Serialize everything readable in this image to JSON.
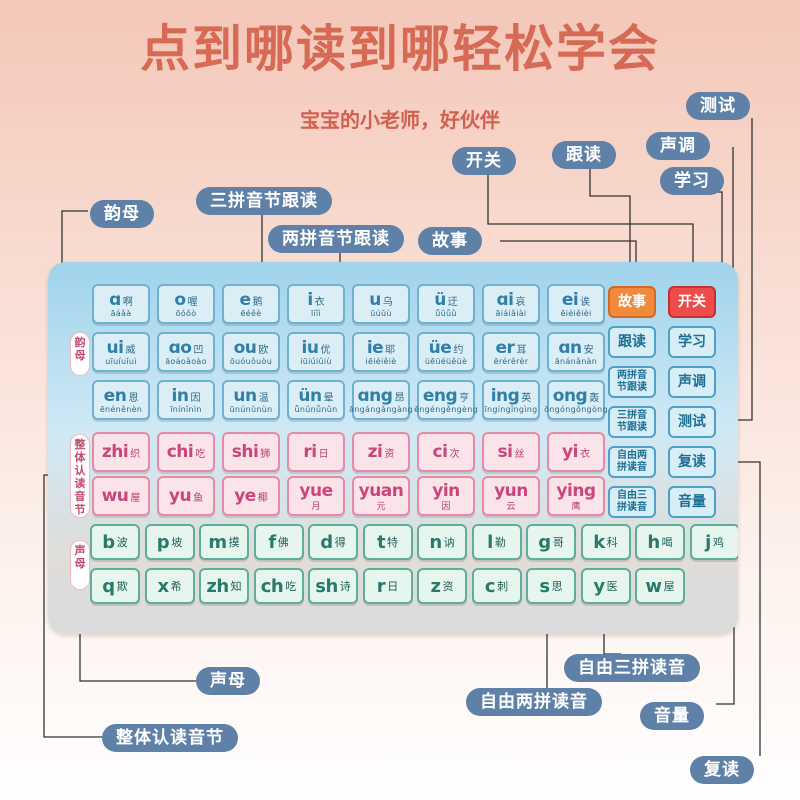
{
  "header": {
    "title": "点到哪读到哪轻松学会",
    "subtitle": "宝宝的小老师，好伙伴"
  },
  "callouts": {
    "ceshi": "测试",
    "shengdiao": "声调",
    "gendu": "跟读",
    "kaiguan": "开关",
    "xuexi": "学习",
    "yunmu": "韵母",
    "sanpin": "三拼音节跟读",
    "liangpin": "两拼音节跟读",
    "gushi": "故事",
    "ziyou_sanpin": "自由三拼读音",
    "shengmu": "声母",
    "ziyou_liangpin": "自由两拼读音",
    "yinliang": "音量",
    "zhengti": "整体认读音节",
    "fudu": "复读"
  },
  "side_tags": {
    "yunmu": "韵母",
    "zhengti": "整体认读音节",
    "shengmu": "声母"
  },
  "finals": [
    {
      "py": "ɑ",
      "hz": "啊",
      "tones": "āáǎà"
    },
    {
      "py": "o",
      "hz": "喔",
      "tones": "ōóǒò"
    },
    {
      "py": "e",
      "hz": "鹅",
      "tones": "ēéěè"
    },
    {
      "py": "i",
      "hz": "衣",
      "tones": "īíǐì"
    },
    {
      "py": "u",
      "hz": "乌",
      "tones": "ūúǔù"
    },
    {
      "py": "ü",
      "hz": "迂",
      "tones": "ǖǘǚǜ"
    },
    {
      "py": "ɑi",
      "hz": "哀",
      "tones": "āiáiǎiài"
    },
    {
      "py": "ei",
      "hz": "诶",
      "tones": "ēiéiěièi"
    },
    {
      "py": "ui",
      "hz": "威",
      "tones": "uīuíuǐuì"
    },
    {
      "py": "ɑo",
      "hz": "凹",
      "tones": "āoáoǎoào"
    },
    {
      "py": "ou",
      "hz": "欧",
      "tones": "ōuóuǒuòu"
    },
    {
      "py": "iu",
      "hz": "优",
      "tones": "iūiúiǔiù"
    },
    {
      "py": "ie",
      "hz": "耶",
      "tones": "iēiéiěiè"
    },
    {
      "py": "üe",
      "hz": "约",
      "tones": "üēüéüěüè"
    },
    {
      "py": "er",
      "hz": "耳",
      "tones": "ērérěrèr"
    },
    {
      "py": "ɑn",
      "hz": "安",
      "tones": "ānánǎnàn"
    },
    {
      "py": "en",
      "hz": "恩",
      "tones": "ēnéněnèn"
    },
    {
      "py": "in",
      "hz": "因",
      "tones": "īnínǐnìn"
    },
    {
      "py": "un",
      "hz": "温",
      "tones": "ūnúnǔnùn"
    },
    {
      "py": "ün",
      "hz": "晕",
      "tones": "ǖnǘnǚnǜn"
    },
    {
      "py": "ɑng",
      "hz": "昂",
      "tones": "āngángǎngàng"
    },
    {
      "py": "eng",
      "hz": "亨",
      "tones": "ēngéngěngèng"
    },
    {
      "py": "ing",
      "hz": "英",
      "tones": "īngíngǐngìng"
    },
    {
      "py": "ong",
      "hz": "轰",
      "tones": "ōngóngǒngòng"
    }
  ],
  "whole_syllables": [
    {
      "py": "zhi",
      "hz": "织"
    },
    {
      "py": "chi",
      "hz": "吃"
    },
    {
      "py": "shi",
      "hz": "狮"
    },
    {
      "py": "ri",
      "hz": "日"
    },
    {
      "py": "zi",
      "hz": "资"
    },
    {
      "py": "ci",
      "hz": "次"
    },
    {
      "py": "si",
      "hz": "丝"
    },
    {
      "py": "yi",
      "hz": "衣"
    },
    {
      "py": "wu",
      "hz": "屋"
    },
    {
      "py": "yu",
      "hz": "鱼"
    },
    {
      "py": "ye",
      "hz": "椰"
    },
    {
      "py": "yue",
      "hz": "月"
    },
    {
      "py": "yuan",
      "hz": "元"
    },
    {
      "py": "yin",
      "hz": "因"
    },
    {
      "py": "yun",
      "hz": "云"
    },
    {
      "py": "ying",
      "hz": "鹰"
    }
  ],
  "initials": [
    {
      "py": "b",
      "hz": "波"
    },
    {
      "py": "p",
      "hz": "坡"
    },
    {
      "py": "m",
      "hz": "摸"
    },
    {
      "py": "f",
      "hz": "佛"
    },
    {
      "py": "d",
      "hz": "得"
    },
    {
      "py": "t",
      "hz": "特"
    },
    {
      "py": "n",
      "hz": "讷"
    },
    {
      "py": "l",
      "hz": "勒"
    },
    {
      "py": "g",
      "hz": "哥"
    },
    {
      "py": "k",
      "hz": "科"
    },
    {
      "py": "h",
      "hz": "喝"
    },
    {
      "py": "j",
      "hz": "鸡"
    },
    {
      "py": "q",
      "hz": "欺"
    },
    {
      "py": "x",
      "hz": "希"
    },
    {
      "py": "zh",
      "hz": "知"
    },
    {
      "py": "ch",
      "hz": "吃"
    },
    {
      "py": "sh",
      "hz": "诗"
    },
    {
      "py": "r",
      "hz": "日"
    },
    {
      "py": "z",
      "hz": "资"
    },
    {
      "py": "c",
      "hz": "刺"
    },
    {
      "py": "s",
      "hz": "思"
    },
    {
      "py": "y",
      "hz": "医"
    },
    {
      "py": "w",
      "hz": "屋"
    }
  ],
  "controls": {
    "gushi": "故事",
    "kaiguan": "开关",
    "gendu": "跟读",
    "xuexi": "学习",
    "liangpin": "两拼音节跟读",
    "shengdiao": "声调",
    "sanpin": "三拼音节跟读",
    "ceshi": "测试",
    "ziyou_liangpin": "自由两拼读音",
    "fudu": "复读",
    "ziyou_sanpin": "自由三拼读音",
    "yinliang": "音量"
  },
  "colors": {
    "title": "#d66a55",
    "callout": "#5f81a8",
    "final_key": "#6fb1d0",
    "syllable_key": "#e88aa7",
    "initial_key": "#5fae9b",
    "story_button": "#f08a3c",
    "power_button": "#ee4b4b"
  }
}
